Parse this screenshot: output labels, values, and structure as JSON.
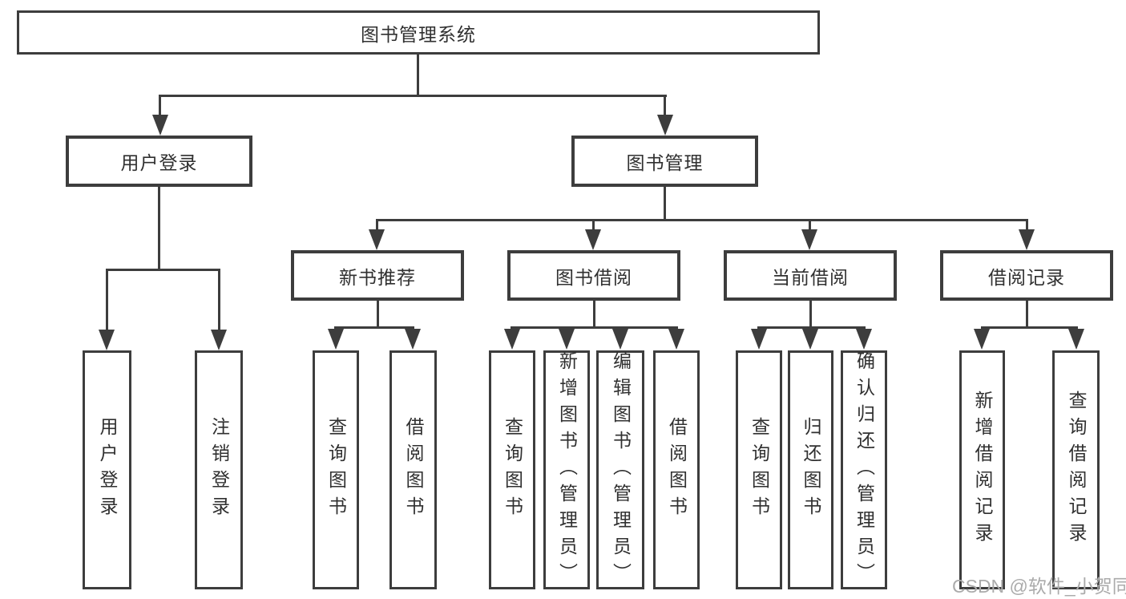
{
  "diagram": {
    "nodes": {
      "root": "图书管理系统",
      "user_login": "用户登录",
      "book_management": "图书管理",
      "new_book_recommend": "新书推荐",
      "book_borrowing": "图书借阅",
      "current_borrowing": "当前借阅",
      "borrowing_records": "借阅记录",
      "leaves": {
        "user_login": [
          "用户登录",
          "注销登录"
        ],
        "new_book_recommend": [
          "查询图书",
          "借阅图书"
        ],
        "book_borrowing": [
          "查询图书",
          "新增图书（管理员）",
          "编辑图书（管理员）",
          "借阅图书"
        ],
        "current_borrowing": [
          "查询图书",
          "归还图书",
          "确认归还（管理员）"
        ],
        "borrowing_records": [
          "新增借阅记录",
          "查询借阅记录"
        ]
      }
    },
    "watermark": "CSDN @软件_小贺同学",
    "colors": {
      "line": "#3d3d3d",
      "text": "#303030",
      "watermark": "#ababab",
      "background": "#ffffff"
    }
  }
}
